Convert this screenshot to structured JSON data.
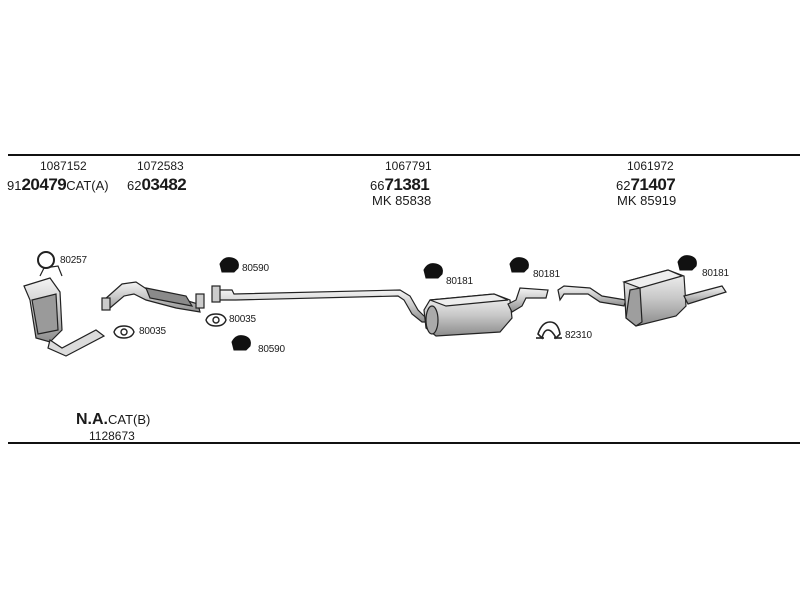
{
  "groups": [
    {
      "ref": "1087152",
      "prefix": "91",
      "code": "20479",
      "suffix": "CAT(A)"
    },
    {
      "ref": "1072583",
      "prefix": "62",
      "code": "03482"
    },
    {
      "ref": "1067791",
      "prefix": "66",
      "code": "71381",
      "mk": "MK 85838"
    },
    {
      "ref": "1061972",
      "prefix": "62",
      "code": "71407",
      "mk": "MK 85919"
    }
  ],
  "parts": [
    {
      "id": "p1",
      "label": "80257"
    },
    {
      "id": "p2",
      "label": "80035"
    },
    {
      "id": "p3",
      "label": "80590"
    },
    {
      "id": "p4",
      "label": "80035"
    },
    {
      "id": "p5",
      "label": "80590"
    },
    {
      "id": "p6",
      "label": "80181"
    },
    {
      "id": "p7",
      "label": "80181"
    },
    {
      "id": "p8",
      "label": "82310"
    },
    {
      "id": "p9",
      "label": "80181"
    }
  ],
  "footer": {
    "title_bold": "N.A.",
    "title_rest": "CAT(B)",
    "number": "1128673"
  }
}
